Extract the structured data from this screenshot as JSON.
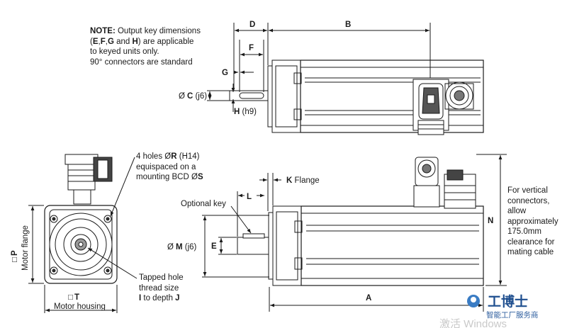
{
  "note": {
    "prefix": "NOTE:",
    "line1": " Output key dimensions",
    "line2_open": "(",
    "E": "E",
    "sep1": ",",
    "F": "F",
    "sep2": ",",
    "G": "G",
    "and": " and ",
    "H": "H",
    "line2_rest": ") are applicable",
    "line3": "to keyed units only.",
    "line4": "90° connectors are standard"
  },
  "dims": {
    "B": "B",
    "D": "D",
    "F": "F",
    "G": "G",
    "A": "A",
    "N": "N",
    "L": "L",
    "E": "E",
    "P": "P",
    "T": "T",
    "C_pre": "Ø",
    "C": "C",
    "C_post": " (j6)",
    "H": "H",
    "H_post": " (h9)",
    "M_pre": "Ø",
    "M": "M",
    "M_post": " (j6)",
    "K": "K",
    "K_post": " Flange",
    "square": "□"
  },
  "labels": {
    "motor_flange": "Motor flange",
    "motor_housing": "Motor housing",
    "optional_key": "Optional key",
    "holes_1_a": "4 holes Ø",
    "holes_1_R": "R",
    "holes_1_b": " (H14)",
    "holes_2": "equispaced on a",
    "holes_3_a": "mounting BCD Ø",
    "holes_3_S": "S",
    "tap_1": "Tapped hole",
    "tap_2": "thread size",
    "tap_3_I": "I",
    "tap_3_mid": " to depth ",
    "tap_3_J": "J",
    "vert_1": "For vertical",
    "vert_2": "connectors,",
    "vert_3": "allow",
    "vert_4": "approximately",
    "vert_5": "175.0mm",
    "vert_6": "clearance for",
    "vert_7": "mating cable"
  },
  "watermark": {
    "brand": "工博士",
    "tagline": "智能工厂服务商",
    "os": "激活 Windows"
  }
}
